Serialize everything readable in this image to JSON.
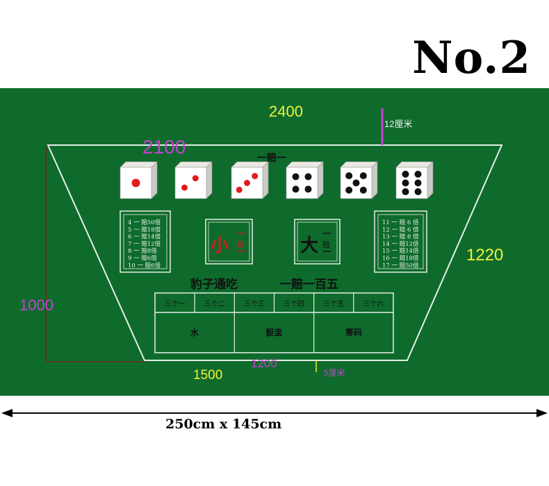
{
  "title": "No.2",
  "dimensions": {
    "top_outer": "2400",
    "top_inner": "2100",
    "side_right": "1220",
    "side_left": "1000",
    "bottom_outer": "1500",
    "bottom_inner": "1200",
    "margin_top": "12厘米",
    "margin_bottom": "5厘米",
    "overall": "250cm x 145cm"
  },
  "labels": {
    "one_to_one": "一赔一",
    "small": "小",
    "big": "大",
    "small_payout": "一赔一",
    "big_payout": "一赔一",
    "triple_note": "豹子通吃",
    "triple_payout": "一赔一百五"
  },
  "dice_faces": [
    1,
    2,
    3,
    4,
    5,
    6
  ],
  "payout_left": [
    "4 一 赔50倍",
    "5 一 赔18倍",
    "6 一 赔14倍",
    "7 一 赔12倍",
    "8 一 赔8倍",
    "9 一 赔6倍",
    "10 一 赔6倍"
  ],
  "payout_right": [
    "11 一 赔 6 倍",
    "12 一 赔 6 倍",
    "13 一 赔 8 倍",
    "14 一 赔12倍",
    "15 一 赔14倍",
    "16 一 赔18倍",
    "17 一 赔50倍"
  ],
  "triples": [
    "三个一",
    "三个二",
    "三个三",
    "三个四",
    "三个五",
    "三个六"
  ],
  "bottom_cells": [
    "水",
    "骰盅",
    "筹码"
  ],
  "colors": {
    "felt": "#0e6b2c",
    "dim_yellow": "#f2f23a",
    "dim_magenta": "#c93fd6",
    "small_red": "#d8181d",
    "outline": "#e8efe6"
  }
}
